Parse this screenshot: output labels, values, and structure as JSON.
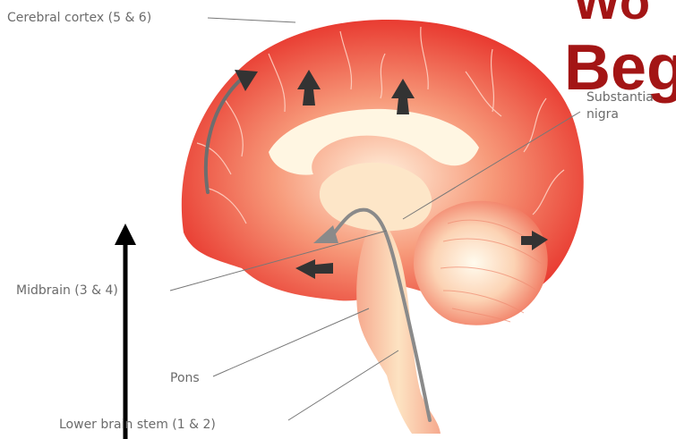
{
  "title": {
    "line1": "Wo",
    "line2": "Beg"
  },
  "labels": {
    "cerebral_cortex": "Cerebral cortex (5 & 6)",
    "substantia": "Substantia",
    "nigra": "nigra",
    "midbrain": "Midbrain (3 & 4)",
    "pons": "Pons",
    "lower_brain_stem": "Lower brain stem (1 & 2)"
  },
  "colors": {
    "title": "#a31515",
    "brain_red": "#e8302a",
    "brain_light": "#fde3c2",
    "label_text": "#6b6b6b",
    "arrow_gray": "#8a8a8a",
    "arrow_dark": "#333333",
    "big_arrow": "#000000"
  }
}
